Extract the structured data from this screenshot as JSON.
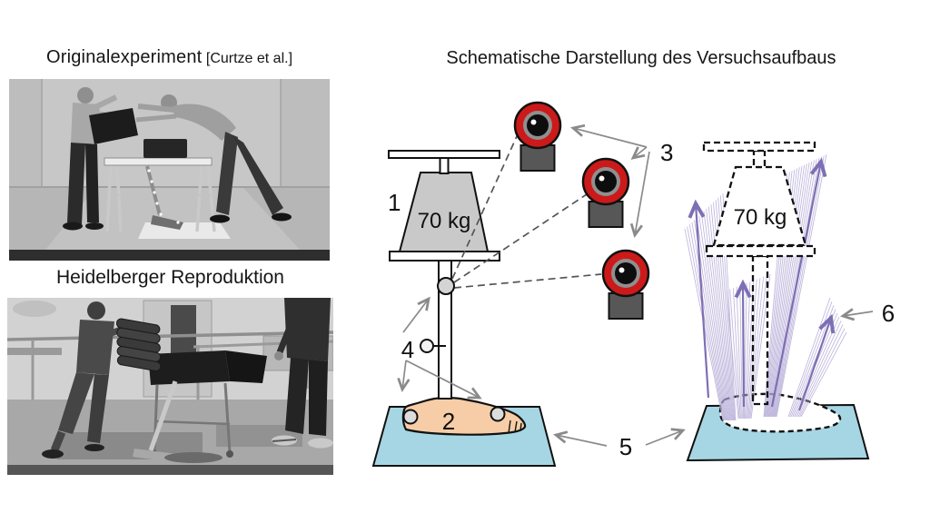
{
  "figure": {
    "panel_original": {
      "title": "Originalexperiment",
      "citation": "[Curtze et al.]"
    },
    "panel_reproduction": {
      "title": "Heidelberger Reproduktion"
    },
    "panel_schematic": {
      "title": "Schematische Darstellung des Versuchsaufbaus",
      "weight_label": "70 kg",
      "ghost_weight_label": "70 kg",
      "callouts": {
        "c1": "1",
        "c2": "2",
        "c3": "3",
        "c4": "4",
        "c5": "5",
        "c6": "6"
      },
      "icons": {
        "camera": "motion-capture-camera-icon",
        "marker": "reflective-marker-icon",
        "force_fan": "ground-reaction-force-vectors"
      },
      "colors": {
        "camera_red": "#cc1a1a",
        "mat_blue": "#a6d6e4",
        "foot_skin": "#f6cda6",
        "weight_gray": "#c9c9c9",
        "force_purple": "#7e6fb4",
        "arrow_gray": "#8a8a8a"
      }
    }
  }
}
